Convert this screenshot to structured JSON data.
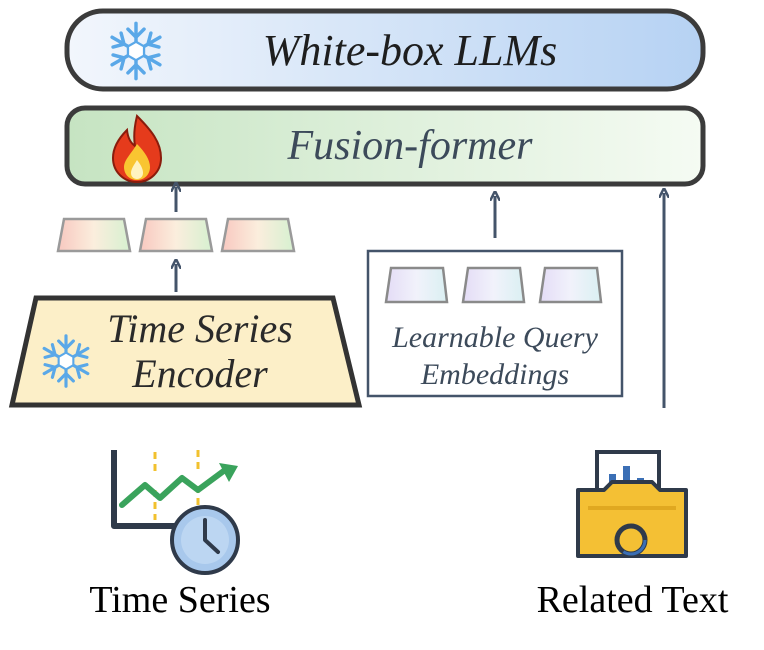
{
  "llm_box": {
    "title": "White-box LLMs",
    "icon": "snowflake-icon"
  },
  "fusion_box": {
    "title": "Fusion-former",
    "icon": "fire-icon"
  },
  "encoder": {
    "line1": "Time Series",
    "line2": "Encoder",
    "icon": "snowflake-icon"
  },
  "query_box": {
    "line1": "Learnable Query",
    "line2": "Embeddings"
  },
  "inputs": {
    "time_series": "Time Series",
    "related_text": "Related Text"
  },
  "colors": {
    "llm_fill_left": "#eef3fb",
    "llm_fill_right": "#b8d4f4",
    "fusion_fill_left": "#c9e6c5",
    "fusion_fill_right": "#f4faf2",
    "encoder_fill": "#fcefc8",
    "arrow": "#44546a",
    "snowflake": "#5aa8e8"
  }
}
